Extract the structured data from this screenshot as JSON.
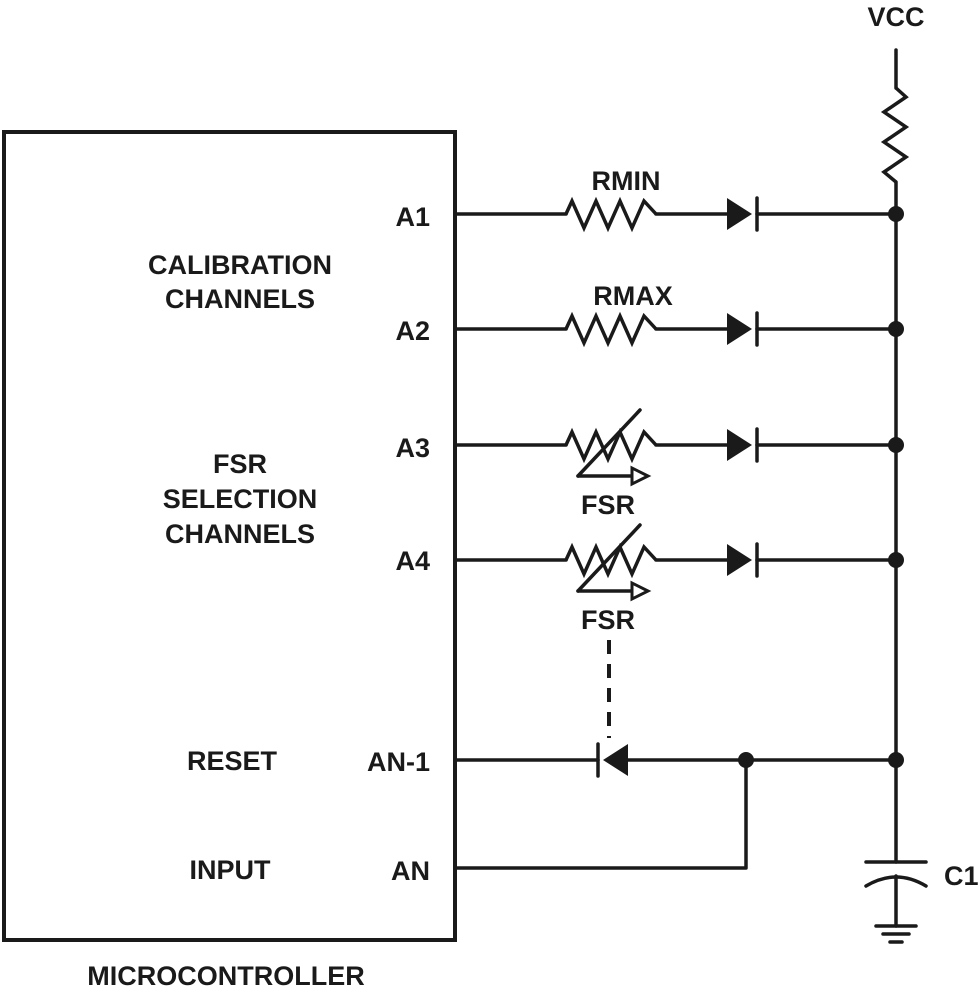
{
  "labels": {
    "vcc": "VCC",
    "microcontroller": "MICROCONTROLLER",
    "calibration_1": "CALIBRATION",
    "calibration_2": "CHANNELS",
    "fsr_sel_1": "FSR",
    "fsr_sel_2": "SELECTION",
    "fsr_sel_3": "CHANNELS",
    "reset": "RESET",
    "input": "INPUT",
    "c1": "C1"
  },
  "pins": {
    "a1": "A1",
    "a2": "A2",
    "a3": "A3",
    "a4": "A4",
    "an_1": "AN-1",
    "an": "AN"
  },
  "components": {
    "rmin": "RMIN",
    "rmax": "RMAX",
    "fsr_a3": "FSR",
    "fsr_a4": "FSR"
  },
  "colors": {
    "ink": "#1a1a1a",
    "background": "#ffffff"
  }
}
